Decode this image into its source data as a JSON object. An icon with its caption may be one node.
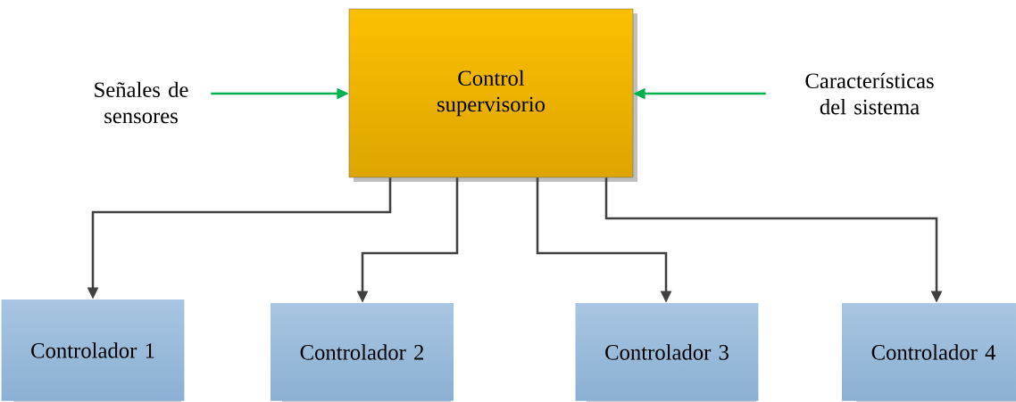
{
  "diagram": {
    "nodes": [
      {
        "text": [
          "Señales de sensores"
        ]
      },
      {
        "text": [
          "Control supervisorio"
        ]
      },
      {
        "text": [
          "Características del sistema"
        ]
      },
      {
        "text": [
          "Controlador 1"
        ]
      },
      {
        "text": [
          "Controlador 2"
        ]
      },
      {
        "text": [
          "Controlador 3"
        ]
      },
      {
        "text": [
          "Controlador 4"
        ]
      }
    ],
    "edges": [
      {
        "from": 0,
        "to": 1,
        "arrow": "to",
        "color": "#00b050"
      },
      {
        "from": 2,
        "to": 1,
        "arrow": "to",
        "color": "#00b050"
      },
      {
        "from": 1,
        "to": 3,
        "arrow": "to"
      },
      {
        "from": 1,
        "to": 4,
        "arrow": "to"
      },
      {
        "from": 1,
        "to": 5,
        "arrow": "to"
      },
      {
        "from": 1,
        "to": 6,
        "arrow": "to"
      }
    ]
  }
}
